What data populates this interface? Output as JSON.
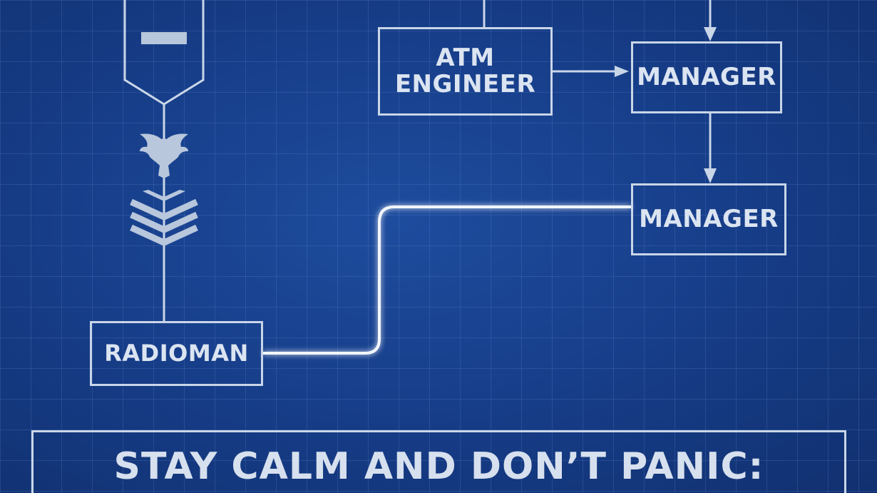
{
  "nodes": {
    "atm_engineer": "ATM\nENGINEER",
    "manager_top": "MANAGER",
    "manager_bottom": "MANAGER",
    "radioman": "RADIOMAN"
  },
  "banner": {
    "text": "STAY CALM AND DON’T PANIC:"
  },
  "colors": {
    "background": "#163c86",
    "line": "#c9d6e8",
    "text": "#dbe4f1",
    "glow_line": "#f2f6fb"
  },
  "icons": [
    "rank-shield-icon",
    "eagle-icon",
    "chevron-stripes-icon"
  ]
}
